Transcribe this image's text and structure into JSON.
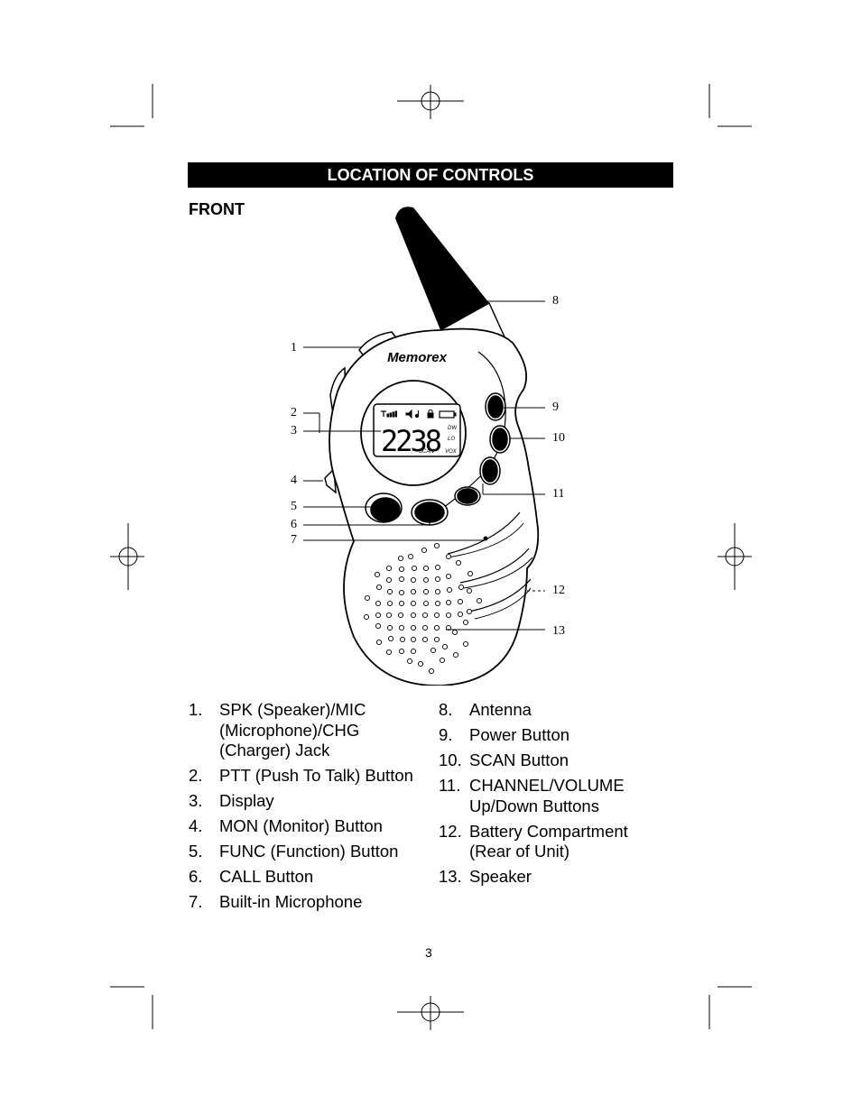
{
  "header": {
    "title": "LOCATION OF CONTROLS"
  },
  "section": {
    "label": "FRONT"
  },
  "device": {
    "brand": "Memorex",
    "display": {
      "digits": "2238",
      "labels": [
        "DW",
        "LO",
        "SCAN",
        "VOX"
      ]
    },
    "callouts": [
      "1",
      "2",
      "3",
      "4",
      "5",
      "6",
      "7",
      "8",
      "9",
      "10",
      "11",
      "12",
      "13"
    ]
  },
  "legend": {
    "left": [
      {
        "num": "1.",
        "text": "SPK (Speaker)/MIC (Microphone)/CHG (Charger) Jack"
      },
      {
        "num": "2.",
        "text": "PTT (Push To Talk) Button"
      },
      {
        "num": "3.",
        "text": "Display"
      },
      {
        "num": "4.",
        "text": "MON (Monitor) Button"
      },
      {
        "num": "5.",
        "text": "FUNC (Function) Button"
      },
      {
        "num": "6.",
        "text": "CALL Button"
      },
      {
        "num": "7.",
        "text": "Built-in Microphone"
      }
    ],
    "right": [
      {
        "num": "8.",
        "text": "Antenna"
      },
      {
        "num": "9.",
        "text": "Power Button"
      },
      {
        "num": "10.",
        "text": "SCAN Button"
      },
      {
        "num": "11.",
        "text": "CHANNEL/VOLUME Up/Down Buttons"
      },
      {
        "num": "12.",
        "text": "Battery Compartment (Rear of Unit)"
      },
      {
        "num": "13.",
        "text": "Speaker"
      }
    ]
  },
  "page_number": "3"
}
